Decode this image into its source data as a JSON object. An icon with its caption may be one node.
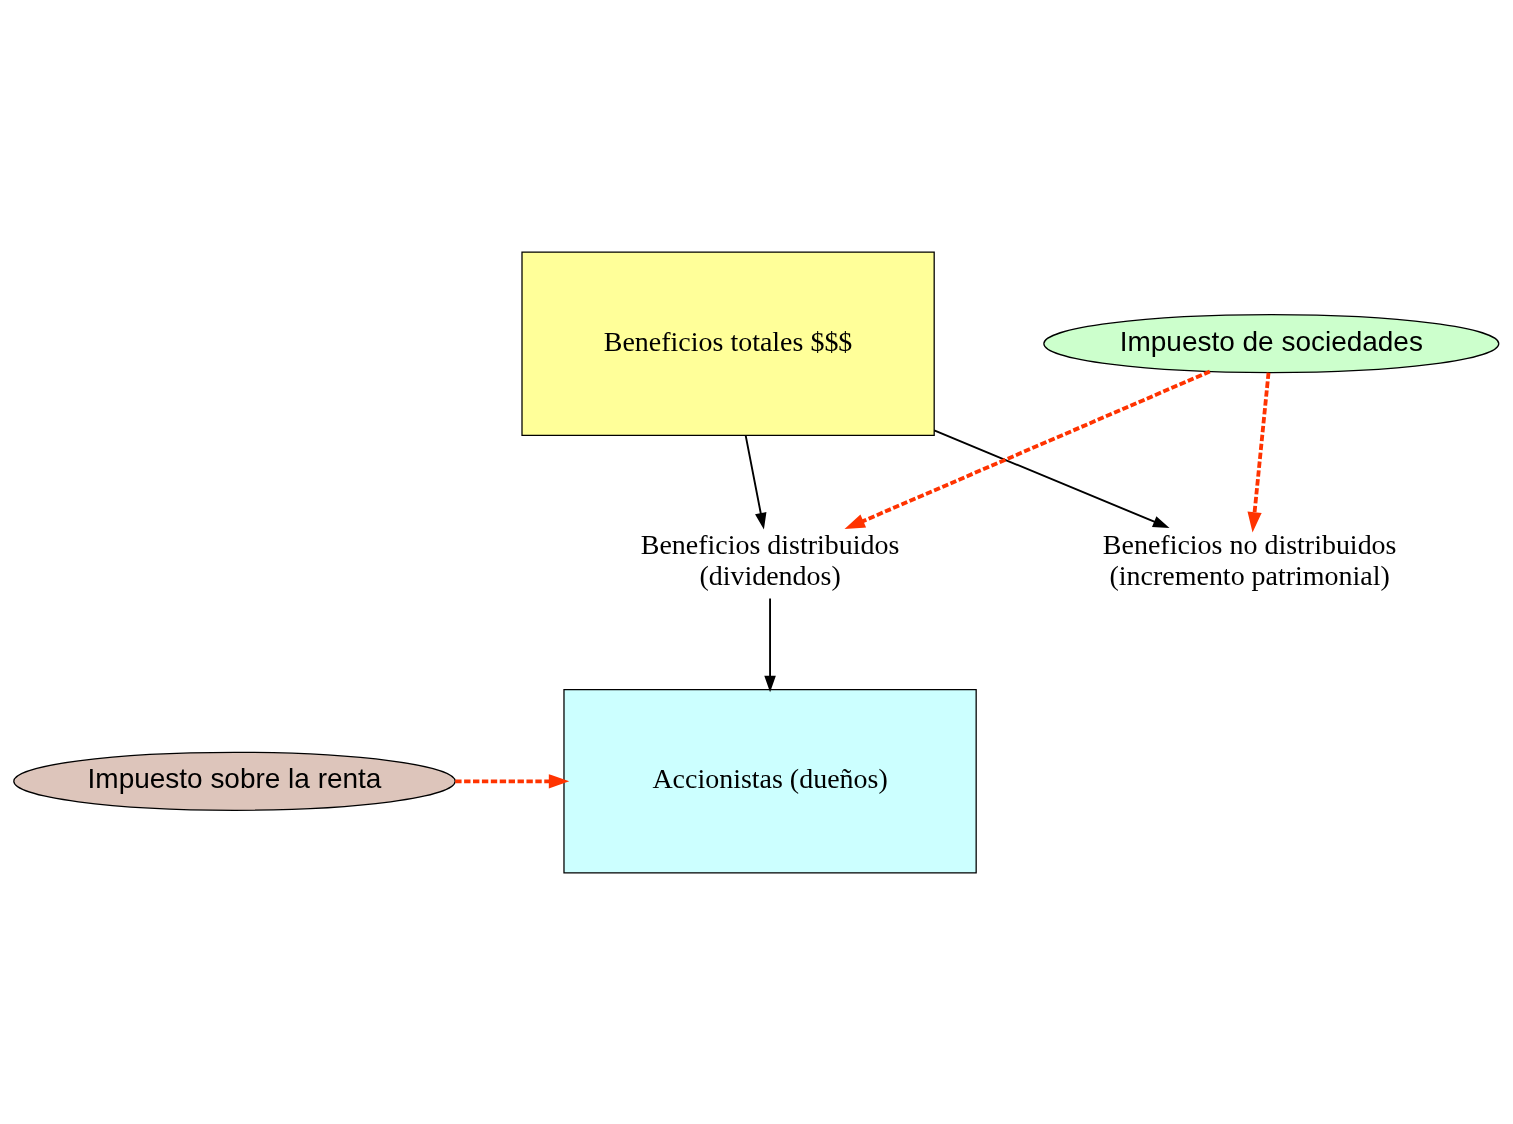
{
  "diagram": {
    "nodes": [
      {
        "text": [
          "Beneficios totales $$$"
        ]
      },
      {
        "text": [
          "Impuesto de sociedades"
        ]
      },
      {
        "text": [
          "Beneficios distribuidos",
          "(dividendos)"
        ]
      },
      {
        "text": [
          "Beneficios no distribuidos",
          "(incremento patrimonial)"
        ]
      },
      {
        "text": [
          "Accionistas (dueños)"
        ]
      },
      {
        "text": [
          "Impuesto sobre la renta"
        ]
      }
    ],
    "edges": [
      {
        "from": 0,
        "to": 2,
        "arrow": "to"
      },
      {
        "from": 0,
        "to": 3,
        "arrow": "to"
      },
      {
        "from": 1,
        "to": 2,
        "arrow": "to",
        "style": "dashed",
        "color": "#ff3300"
      },
      {
        "from": 1,
        "to": 3,
        "arrow": "to",
        "style": "dashed",
        "color": "#ff3300"
      },
      {
        "from": 2,
        "to": 4,
        "arrow": "to"
      },
      {
        "from": 5,
        "to": 4,
        "arrow": "to",
        "style": "dashed",
        "color": "#ff3300"
      }
    ]
  }
}
